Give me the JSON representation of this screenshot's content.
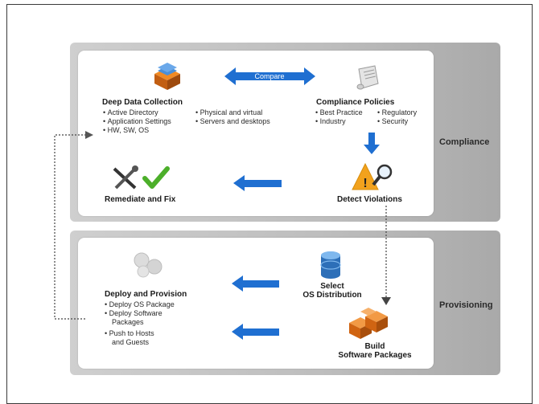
{
  "compare_label": "Compare",
  "compliance": {
    "band_label": "Compliance",
    "deep_data": {
      "title": "Deep Data Collection",
      "col1": [
        "Active Directory",
        "Application Settings",
        "HW, SW, OS"
      ],
      "col2": [
        "Physical and virtual",
        "Servers and desktops"
      ]
    },
    "policies": {
      "title": "Compliance Policies",
      "col1": [
        "Best Practice",
        "Industry"
      ],
      "col2": [
        "Regulatory",
        "Security"
      ]
    },
    "remediate_title": "Remediate and Fix",
    "detect_title": "Detect Violations"
  },
  "provisioning": {
    "band_label": "Provisioning",
    "deploy": {
      "title": "Deploy and Provision",
      "items": [
        "Deploy OS Package",
        "Deploy Software",
        "Packages",
        "Push to Hosts",
        "and Guests"
      ]
    },
    "select_title_1": "Select",
    "select_title_2": "OS Distribution",
    "build_title_1": "Build",
    "build_title_2": "Software Packages"
  },
  "colors": {
    "arrow_blue": "#1f6fd1",
    "band_gray": "#bdbdbd",
    "package_orange": "#e8751a",
    "check_green": "#4caf2a"
  },
  "icons": [
    "server-rack-icon",
    "scroll-document-icon",
    "tools-icon",
    "checkmark-icon",
    "warning-magnifier-icon",
    "puzzle-gears-icon",
    "database-icon",
    "packages-icon"
  ]
}
